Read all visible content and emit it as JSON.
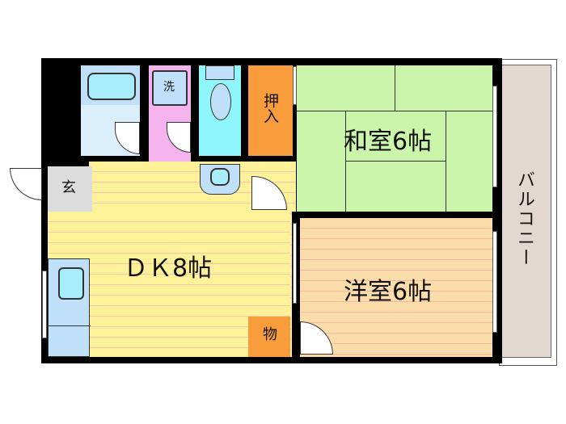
{
  "floorplan": {
    "rooms": {
      "dk": {
        "label": "ＤＫ8帖",
        "color": "#fdf29a"
      },
      "washitsu": {
        "label": "和室6帖",
        "color": "#cbf5ab"
      },
      "yoshitsu": {
        "label": "洋室6帖",
        "color": "#fbdcab"
      },
      "balcony": {
        "label": "バルコニー",
        "color": "#e2d8d1"
      },
      "genkan": {
        "label": "玄",
        "color": "#dcdcdc"
      },
      "washer": {
        "label": "洗",
        "color": "#f5b3ee"
      },
      "oshiire": {
        "label": "押入",
        "color": "#f89c3c"
      },
      "storage": {
        "label": "物",
        "color": "#f89c3c"
      },
      "bath": {
        "label": "",
        "color": "#dbeefb"
      },
      "toilet": {
        "label": "",
        "color": "#8ff7fb"
      },
      "kitchen": {
        "label": "",
        "color": "#bfe0f8"
      }
    },
    "wall_color": "#000000"
  }
}
